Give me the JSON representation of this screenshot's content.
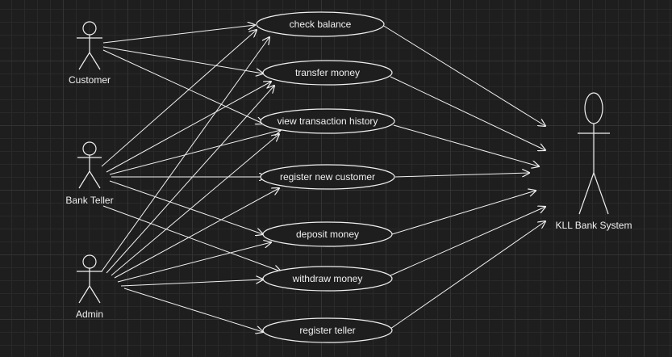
{
  "diagram": {
    "actors": {
      "customer": "Customer",
      "bank_teller": "Bank Teller",
      "admin": "Admin",
      "system": "KLL Bank System"
    },
    "use_cases": {
      "check_balance": "check balance",
      "transfer_money": "transfer money",
      "view_transaction_history": "view transaction history",
      "register_new_customer": "register new customer",
      "deposit_money": "deposit money",
      "withdraw_money": "withdraw money",
      "register_teller": "register teller"
    },
    "colors": {
      "background": "#1e1e1e",
      "stroke": "#f0f0f0",
      "text": "#f0f0f0"
    }
  }
}
